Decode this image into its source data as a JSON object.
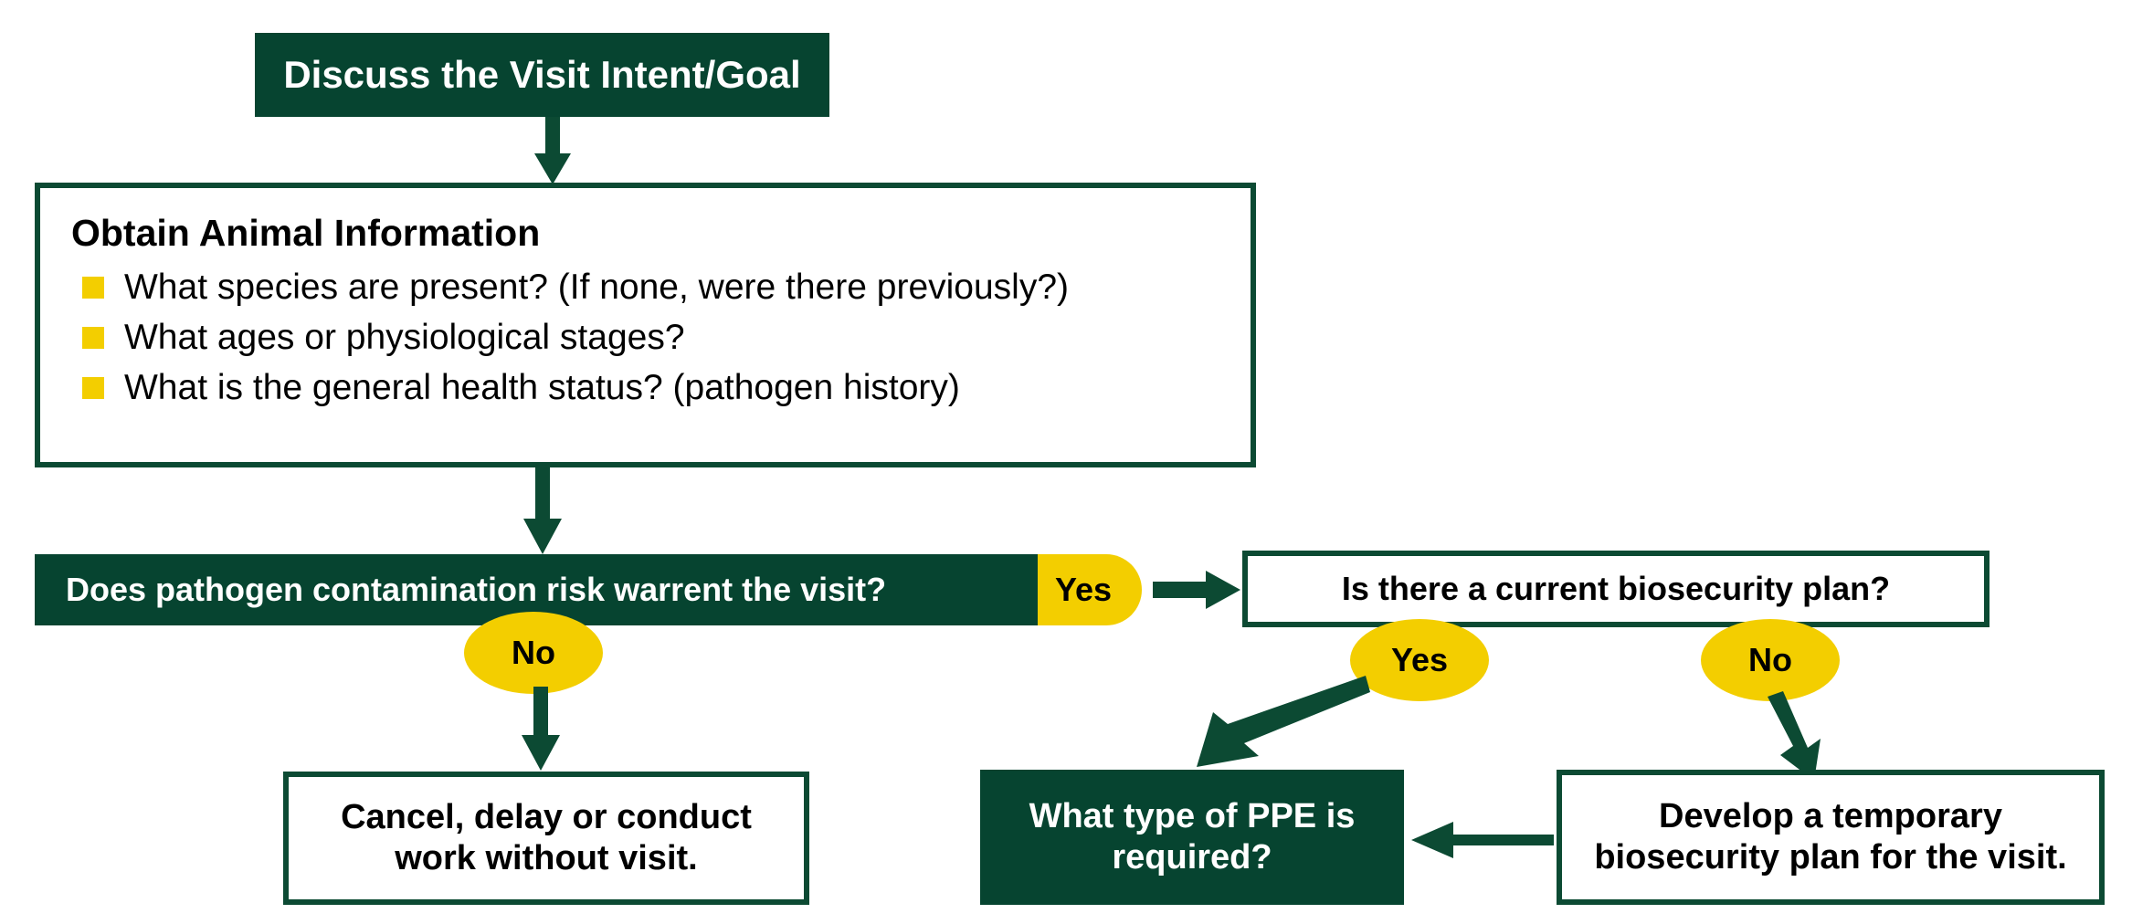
{
  "diagram": {
    "title_box": {
      "label": "Discuss the Visit Intent/Goal"
    },
    "info_panel": {
      "heading": "Obtain Animal Information",
      "bullets": [
        "What species are present? (If none, were there previously?)",
        "What ages or physiological stages?",
        "What is the general health status? (pathogen history)"
      ]
    },
    "decision_risk": {
      "question": "Does pathogen contamination risk warrent the visit?",
      "yes_label": "Yes",
      "no_label": "No"
    },
    "decision_plan": {
      "question": "Is there a current biosecurity plan?",
      "yes_label": "Yes",
      "no_label": "No"
    },
    "outcome_cancel": {
      "line1": "Cancel, delay or conduct",
      "line2": "work without visit."
    },
    "outcome_ppe": {
      "line1": "What type of PPE is",
      "line2": "required?"
    },
    "outcome_temp_plan": {
      "line1": "Develop a temporary",
      "line2": "biosecurity plan for the visit."
    },
    "colors": {
      "dark_green": "#064430",
      "border_green": "#0c4a33",
      "yellow": "#F3CE00",
      "white": "#FFFFFF",
      "black": "#000000"
    }
  }
}
